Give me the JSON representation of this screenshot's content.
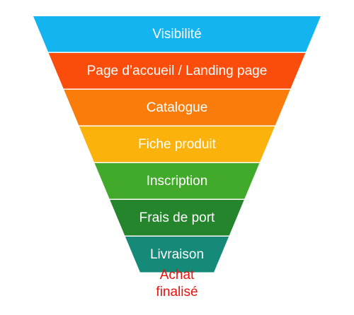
{
  "funnel": {
    "stages": [
      {
        "label": "Visibilité",
        "color": "#13b4f0"
      },
      {
        "label": "Page d’accueil / Landing page",
        "color": "#fa4c0a"
      },
      {
        "label": "Catalogue",
        "color": "#fa7c0a"
      },
      {
        "label": "Fiche produit",
        "color": "#fbb20a"
      },
      {
        "label": "Inscription",
        "color": "#42aa2a"
      },
      {
        "label": "Frais de port",
        "color": "#24852d"
      },
      {
        "label": "Livraison",
        "color": "#158a78"
      }
    ],
    "final": {
      "line1": "Achat",
      "line2": "finalisé",
      "color": "#e8130f"
    }
  }
}
